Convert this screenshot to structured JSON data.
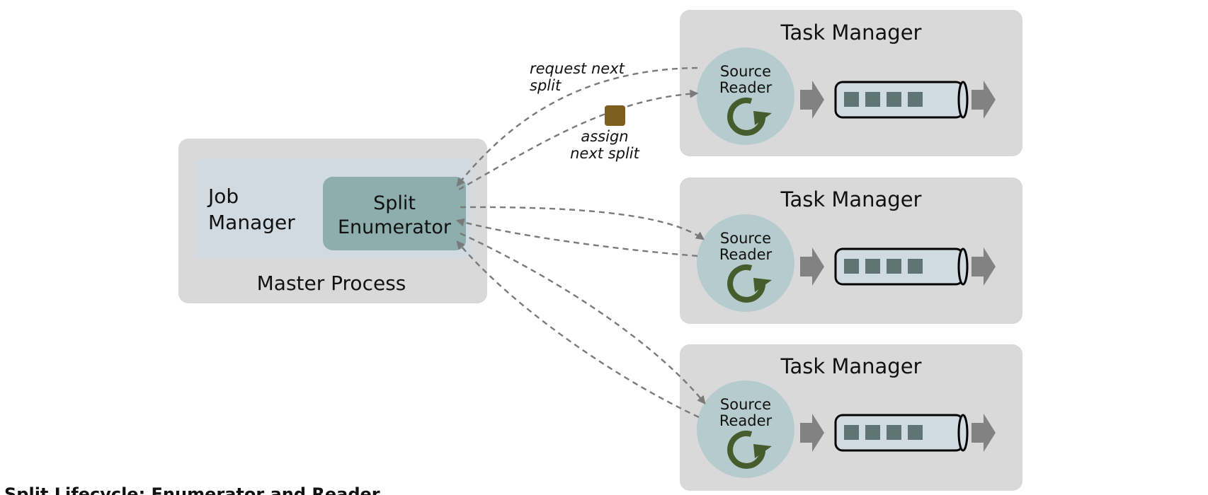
{
  "master": {
    "label": "Master Process",
    "job_manager_label_line1": "Job",
    "job_manager_label_line2": "Manager",
    "split_enumerator_line1": "Split",
    "split_enumerator_line2": "Enumerator"
  },
  "task_managers": [
    {
      "title": "Task Manager",
      "reader_line1": "Source",
      "reader_line2": "Reader"
    },
    {
      "title": "Task Manager",
      "reader_line1": "Source",
      "reader_line2": "Reader"
    },
    {
      "title": "Task Manager",
      "reader_line1": "Source",
      "reader_line2": "Reader"
    }
  ],
  "annotations": {
    "request_line1": "request next",
    "request_line2": "split",
    "assign_line1": "assign",
    "assign_line2": "next split"
  },
  "caption": "Split Lifecycle: Enumerator and Reader",
  "colors": {
    "container_gray": "#d9d9d9",
    "job_manager_blue": "#d0dae0",
    "enumerator_teal": "#8eaeae",
    "reader_circle": "#b5cbcd",
    "cycle_arrow": "#455c2c",
    "arrow_gray": "#828282",
    "queue_fill": "#cfdbe1",
    "queue_block": "#5f7575",
    "split_square": "#7d5f1f",
    "dash_line": "#7a7a7a"
  }
}
